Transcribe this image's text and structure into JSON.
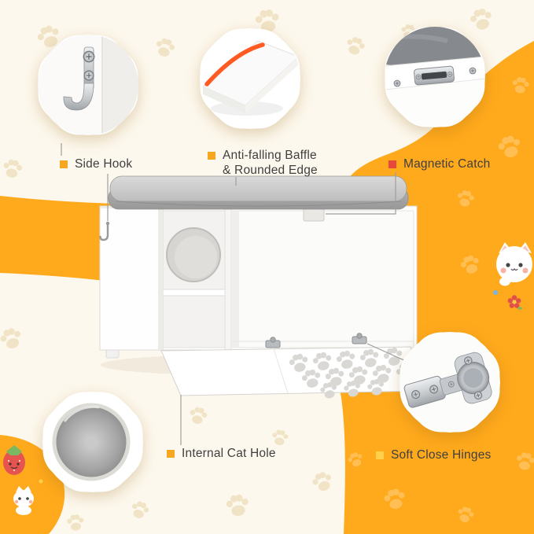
{
  "colors": {
    "background": "#fdf8ed",
    "wave_orange": "#ffa91c",
    "paw_on_cream": "#f1e4c6",
    "paw_on_orange": "#ffbf55",
    "label_text": "#3f3f3f"
  },
  "features": [
    {
      "id": "side-hook",
      "label": "Side Hook",
      "bullet_color": "#f7a71f"
    },
    {
      "id": "anti-falling-baffle",
      "line1": "Anti-falling Baffle",
      "line2": "& Rounded Edge",
      "bullet_color": "#f7a71f"
    },
    {
      "id": "magnetic-catch",
      "label": "Magnetic Catch",
      "bullet_color": "#e8473c"
    },
    {
      "id": "internal-cat-hole",
      "label": "Internal Cat Hole",
      "bullet_color": "#f7a71f"
    },
    {
      "id": "soft-close-hinges",
      "label": "Soft Close Hinges",
      "bullet_color": "#ffd04a"
    }
  ]
}
